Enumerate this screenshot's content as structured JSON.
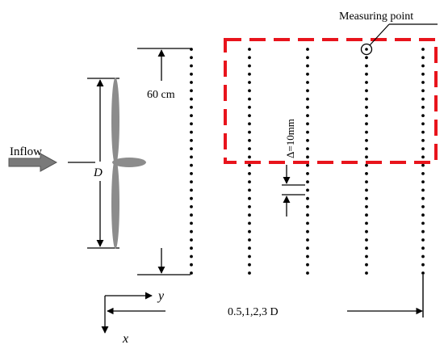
{
  "labels": {
    "inflow": "Inflow",
    "diameter": "D",
    "height": "60 cm",
    "measuring_point": "Measuring point",
    "spacing": "Δ=10mm",
    "distances": "0.5,1,2,3 D",
    "axis_y": "y",
    "axis_x": "x"
  },
  "colors": {
    "measurement_box": "#e8141c",
    "rotor": "#8c8c8c",
    "inflow_arrow": "#7a7a7a",
    "ink": "#000000"
  },
  "measurement_lines": {
    "count": 5,
    "dots_per_line": 28
  }
}
